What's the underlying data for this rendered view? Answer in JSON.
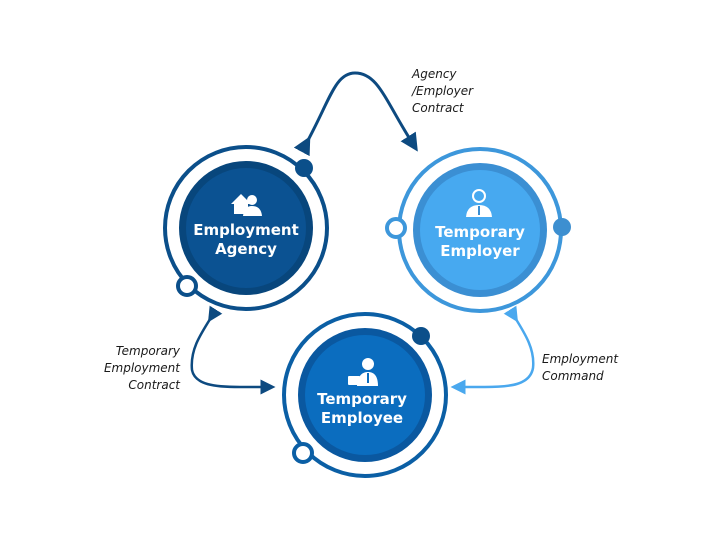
{
  "nodes": {
    "agency": {
      "line1": "Employment",
      "line2": "Agency",
      "icon": "house-person-icon",
      "color": "#0b4f8a"
    },
    "employer": {
      "line1": "Temporary",
      "line2": "Employer",
      "icon": "businessman-icon",
      "color": "#3d97db"
    },
    "employee": {
      "line1": "Temporary",
      "line2": "Employee",
      "icon": "worker-briefcase-icon",
      "color": "#0b62a8"
    }
  },
  "connections": {
    "agency_employer": {
      "line1": "Agency",
      "line2": "/Employer",
      "line3": "Contract"
    },
    "agency_employee": {
      "line1": "Temporary",
      "line2": "Employment",
      "line3": "Contract"
    },
    "employer_employee": {
      "line1": "Employment",
      "line2": "Command"
    }
  }
}
